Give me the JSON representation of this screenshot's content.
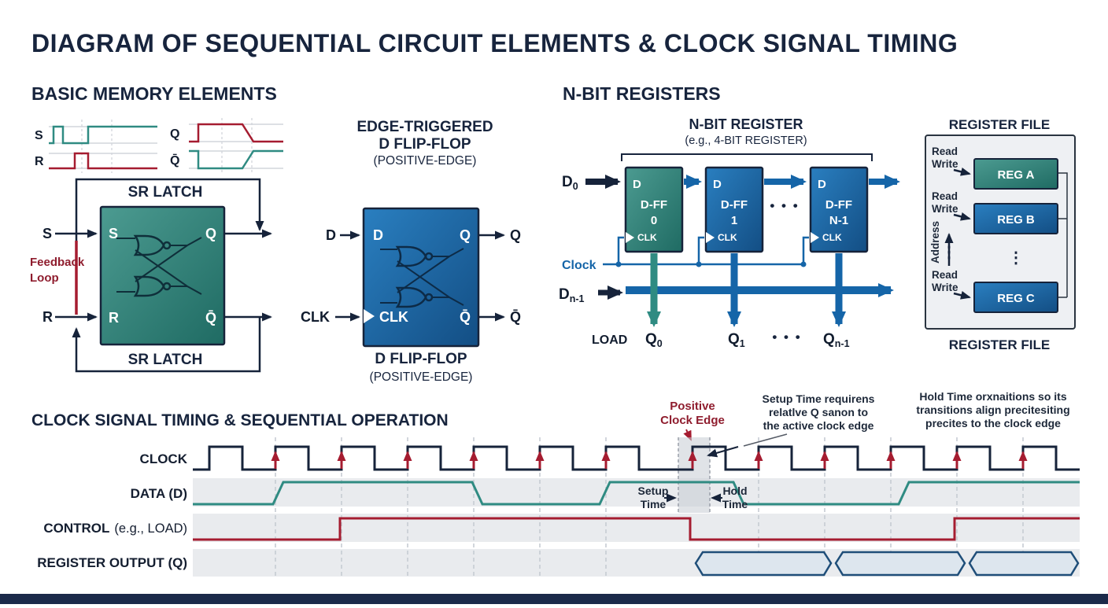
{
  "title": "DIAGRAM OF SEQUENTIAL CIRCUIT ELEMENTS & CLOCK SIGNAL TIMING",
  "colors": {
    "navy": "#17243d",
    "teal": "#2f8b82",
    "blue": "#1565a8",
    "red": "#a51c30",
    "band": "#e9ebee"
  },
  "basic": {
    "heading": "BASIC MEMORY ELEMENTS",
    "wave": {
      "s": "S",
      "r": "R",
      "q": "Q",
      "qbar": "Q̄"
    },
    "sr": {
      "title_top": "SR LATCH",
      "title_bottom": "SR LATCH",
      "ext_s": "S",
      "ext_r": "R",
      "pin_s": "S",
      "pin_r": "R",
      "pin_q": "Q",
      "pin_qbar": "Q̄",
      "feedback1": "Feedback",
      "feedback2": "Loop"
    },
    "dff": {
      "heading1": "EDGE-TRIGGERED",
      "heading2": "D FLIP-FLOP",
      "heading3": "(POSITIVE-EDGE)",
      "ext_d": "D",
      "ext_clk": "CLK",
      "pin_d": "D",
      "pin_clk": "CLK",
      "pin_q": "Q",
      "pin_qbar": "Q̄",
      "out_q": "Q",
      "out_qbar": "Q̄",
      "caption1": "D FLIP-FLOP",
      "caption2": "(POSITIVE-EDGE)"
    }
  },
  "nbit": {
    "heading": "N-BIT REGISTERS",
    "title": "N-BIT REGISTER",
    "subtitle": "(e.g., 4-BIT REGISTER)",
    "d0": "D",
    "d0_sub": "0",
    "dn": "D",
    "dn_sub": "n-1",
    "clock": "Clock",
    "load": "LOAD",
    "dots": "• • •",
    "out_dots": "• • •",
    "ff": [
      {
        "pin_d": "D",
        "name": "D-FF",
        "idx": "0",
        "pin_clk": "CLK"
      },
      {
        "pin_d": "D",
        "name": "D-FF",
        "idx": "1",
        "pin_clk": "CLK"
      },
      {
        "pin_d": "D",
        "name": "D-FF",
        "idx": "N-1",
        "pin_clk": "CLK"
      }
    ],
    "q0": "Q",
    "q0_sub": "0",
    "q1": "Q",
    "q1_sub": "1",
    "qn": "Q",
    "qn_sub": "n-1"
  },
  "regfile": {
    "title_top": "REGISTER FILE",
    "title_bottom": "REGISTER FILE",
    "read": "Read",
    "write": "Write",
    "address": "Address",
    "vdots": "⋮",
    "regs": [
      "REG A",
      "REG B",
      "REG C"
    ]
  },
  "timing": {
    "heading": "CLOCK SIGNAL TIMING & SEQUENTIAL OPERATION",
    "labels": {
      "clock": "CLOCK",
      "data": "DATA (D)",
      "control_b": "CONTROL",
      "control_r": "(e.g., LOAD)",
      "output": "REGISTER OUTPUT (Q)"
    },
    "ann": {
      "pos1": "Positive",
      "pos2": "Clock Edge",
      "setup_note1": "Setup Time requirens",
      "setup_note2": "relatlve Q sanon to",
      "setup_note3": "the active clock edge",
      "hold_note1": "Hold Time orxnaitions so its",
      "hold_note2": "transitions align precitesiting",
      "hold_note3": "precites to the clock edge",
      "setup1": "Setup",
      "setup2": "Time",
      "hold1": "Hold",
      "hold2": "Time"
    }
  }
}
